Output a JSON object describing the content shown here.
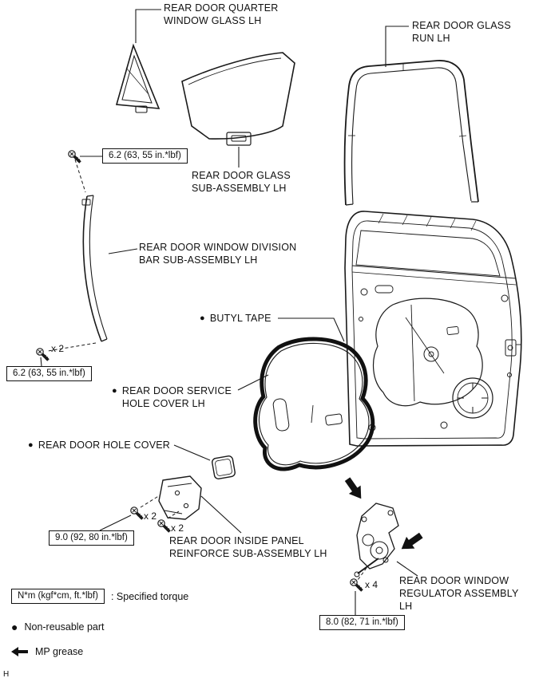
{
  "page": {
    "marker": "H"
  },
  "colors": {
    "line": "#1a1a1a",
    "background": "#ffffff"
  },
  "parts": {
    "quarter_window_glass": {
      "label": "REAR DOOR QUARTER\nWINDOW GLASS LH"
    },
    "glass_run": {
      "label": "REAR DOOR GLASS\nRUN LH"
    },
    "glass_sub_assembly": {
      "label": "REAR DOOR GLASS\nSUB-ASSEMBLY LH"
    },
    "division_bar": {
      "label": "REAR DOOR WINDOW DIVISION\nBAR SUB-ASSEMBLY LH"
    },
    "butyl_tape": {
      "label": "BUTYL TAPE",
      "non_reusable": true
    },
    "service_hole_cover": {
      "label": "REAR DOOR SERVICE\nHOLE COVER LH",
      "non_reusable": true
    },
    "door_hole_cover": {
      "label": "REAR DOOR HOLE COVER",
      "non_reusable": true
    },
    "inside_panel_reinforce": {
      "label": "REAR DOOR INSIDE PANEL\nREINFORCE SUB-ASSEMBLY LH"
    },
    "window_regulator": {
      "label": "REAR DOOR WINDOW\nREGULATOR ASSEMBLY\nLH"
    }
  },
  "torque_specs": {
    "upper_division_bar": "6.2 (63, 55 in.*lbf)",
    "lower_division_bar": "6.2 (63, 55 in.*lbf)",
    "reinforce": "9.0 (92, 80 in.*lbf)",
    "regulator": "8.0 (82, 71 in.*lbf)"
  },
  "quantities": {
    "division_bar": "x 2",
    "reinforce_a": "x 2",
    "reinforce_b": "x 2",
    "regulator": "x 4"
  },
  "legend": {
    "torque_box": "N*m (kgf*cm, ft.*lbf)",
    "torque_desc": ": Specified torque",
    "non_reusable": "Non-reusable part",
    "mp_grease": "MP grease"
  },
  "icons": {
    "non_reusable_bullet": "●"
  }
}
